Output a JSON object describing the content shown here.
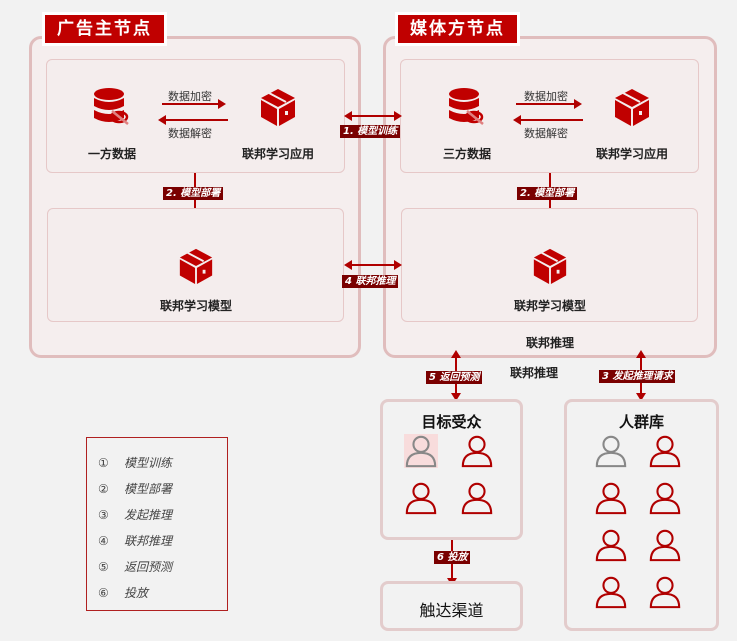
{
  "advertiser_node": {
    "title": "广告主节点",
    "first_party_data": "一方数据",
    "fl_app": "联邦学习应用",
    "encrypt_label": "数据加密",
    "decrypt_label": "数据解密",
    "fl_model": "联邦学习模型",
    "step_deploy": "2. 模型部署"
  },
  "media_node": {
    "title": "媒体方节点",
    "third_party_data": "三方数据",
    "fl_app": "联邦学习应用",
    "encrypt_label": "数据加密",
    "decrypt_label": "数据解密",
    "fl_model": "联邦学习模型",
    "step_deploy": "2. 模型部署",
    "inference_label": "联邦推理"
  },
  "connectors": {
    "step1": "1. 模型训练",
    "step4": "4 联邦推理",
    "step5": "5 返回预测",
    "step3": "3 发起推理请求",
    "step6": "6 投放",
    "inference_label_outer": "联邦推理"
  },
  "target_audience": {
    "title": "目标受众",
    "users": [
      {
        "icon": "user-icon",
        "color": "#888888",
        "highlighted": true
      },
      {
        "icon": "user-icon",
        "color": "#b00000",
        "highlighted": false
      },
      {
        "icon": "user-icon",
        "color": "#b00000",
        "highlighted": false
      },
      {
        "icon": "user-icon",
        "color": "#b00000",
        "highlighted": false
      }
    ]
  },
  "crowd_pool": {
    "title": "人群库",
    "users": [
      {
        "icon": "user-icon",
        "color": "#888888"
      },
      {
        "icon": "user-icon",
        "color": "#b00000"
      },
      {
        "icon": "user-icon",
        "color": "#b00000"
      },
      {
        "icon": "user-icon",
        "color": "#b00000"
      },
      {
        "icon": "user-icon",
        "color": "#b00000"
      },
      {
        "icon": "user-icon",
        "color": "#b00000"
      },
      {
        "icon": "user-icon",
        "color": "#b00000"
      },
      {
        "icon": "user-icon",
        "color": "#b00000"
      }
    ]
  },
  "channel": {
    "title": "触达渠道"
  },
  "legend": {
    "items": [
      {
        "num": "①",
        "text": "模型训练"
      },
      {
        "num": "②",
        "text": "模型部署"
      },
      {
        "num": "③",
        "text": "发起推理"
      },
      {
        "num": "④",
        "text": "联邦推理"
      },
      {
        "num": "⑤",
        "text": "返回预测"
      },
      {
        "num": "⑥",
        "text": "投放"
      }
    ]
  },
  "colors": {
    "accent": "#c00000",
    "dark_accent": "#7a0000",
    "border": "#e0bdbd",
    "gray_user": "#888888"
  }
}
